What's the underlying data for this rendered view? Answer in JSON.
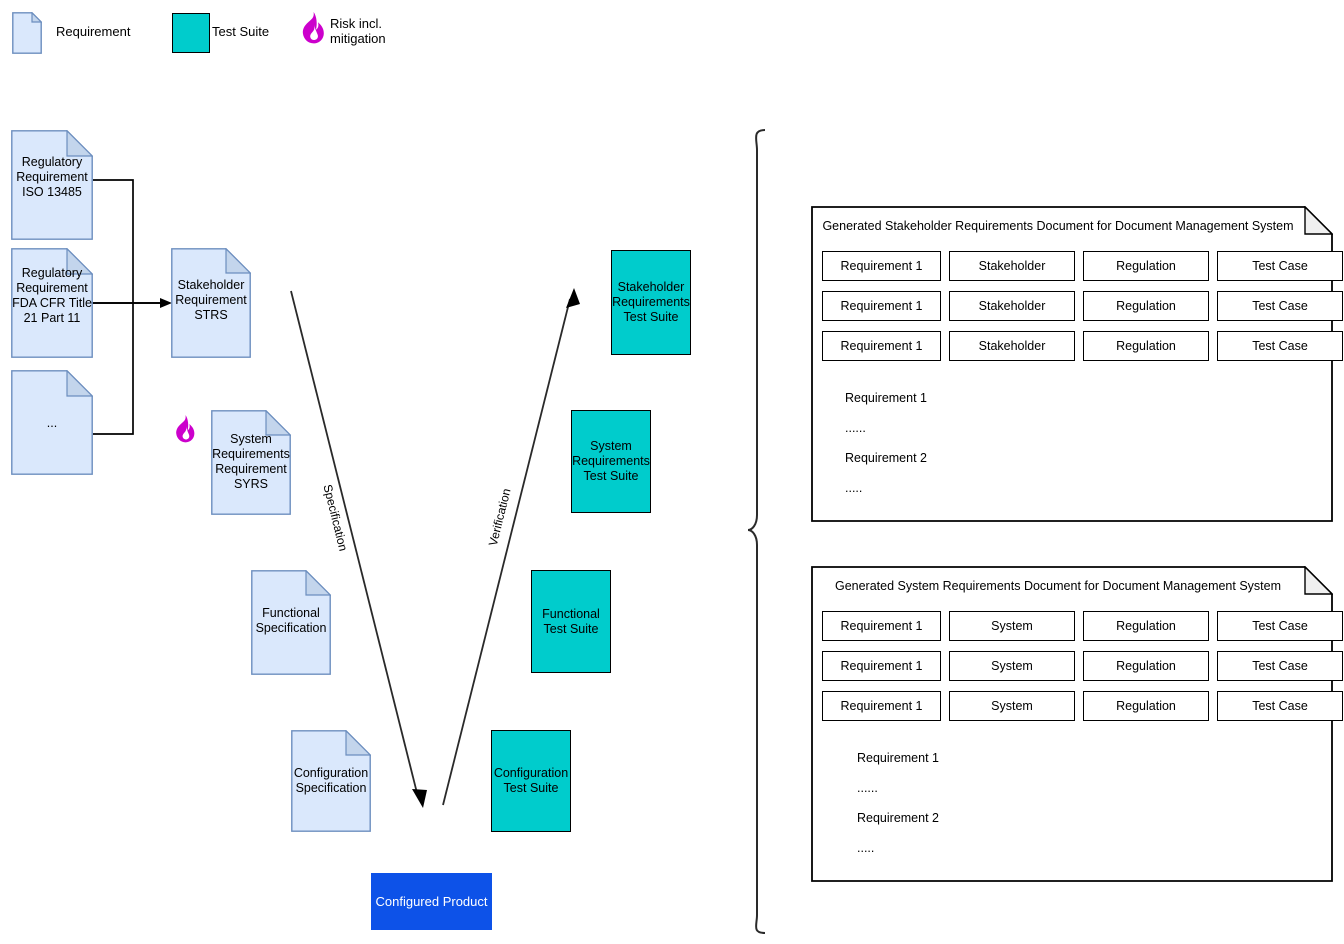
{
  "legend": {
    "items": [
      {
        "icon": "document-icon",
        "label": "Requirement"
      },
      {
        "icon": "square-icon",
        "label": "Test Suite"
      },
      {
        "icon": "flame-icon",
        "label": "Risk incl.\nmitigation"
      }
    ]
  },
  "colors": {
    "requirement_fill": "#DAE8FC",
    "requirement_stroke": "#6C8EBF",
    "test_suite_fill": "#00CCCC",
    "test_suite_stroke": "#000000",
    "product_fill": "#0D52E8",
    "product_text": "#FFFFFF",
    "risk_icon": "#CC00CC",
    "line": "#000000"
  },
  "requirements": {
    "regulatory_iso": "Regulatory\nRequirement\nISO 13485",
    "regulatory_fda": "Regulatory\nRequirement\nFDA CFR Title\n21 Part 11",
    "regulatory_more": "...",
    "stakeholder": "Stakeholder\nRequirement\nSTRS",
    "system": "System\nRequirements\nRequirement\nSYRS",
    "functional": "Functional\nSpecification",
    "configuration": "Configuration\nSpecification"
  },
  "test_suites": {
    "stakeholder": "Stakeholder\nRequirements\nTest Suite",
    "system": "System\nRequirements\nTest Suite",
    "functional": "Functional\nTest Suite",
    "configuration": "Configuration\nTest Suite"
  },
  "product": {
    "label": "Configured Product"
  },
  "edges": {
    "specification": "Specification",
    "verification": "Verification"
  },
  "generated_documents": [
    {
      "title": "Generated Stakeholder Requirements Document for Document Management System",
      "rows": [
        [
          "Requirement 1",
          "Stakeholder",
          "Regulation",
          "Test Case"
        ],
        [
          "Requirement 1",
          "Stakeholder",
          "Regulation",
          "Test Case"
        ],
        [
          "Requirement 1",
          "Stakeholder",
          "Regulation",
          "Test Case"
        ]
      ],
      "body": [
        "Requirement 1",
        "......",
        "Requirement 2",
        "....."
      ]
    },
    {
      "title": "Generated System Requirements Document for Document Management System",
      "rows": [
        [
          "Requirement 1",
          "System",
          "Regulation",
          "Test Case"
        ],
        [
          "Requirement 1",
          "System",
          "Regulation",
          "Test Case"
        ],
        [
          "Requirement 1",
          "System",
          "Regulation",
          "Test Case"
        ]
      ],
      "body": [
        "Requirement 1",
        "......",
        "Requirement 2",
        "....."
      ]
    }
  ]
}
